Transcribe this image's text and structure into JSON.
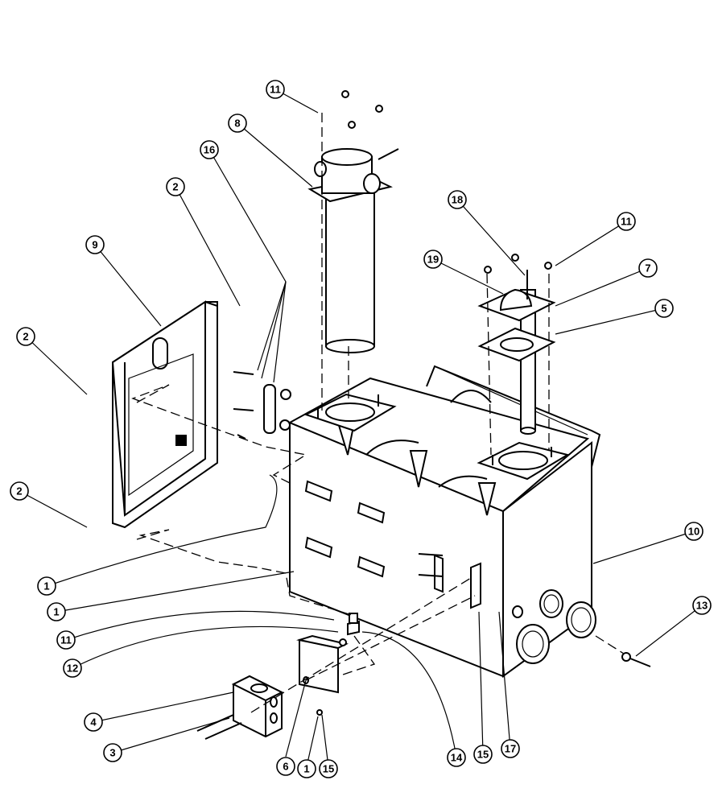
{
  "diagram": {
    "callouts": [
      {
        "id": "c-11-top",
        "label": "11"
      },
      {
        "id": "c-8",
        "label": "8"
      },
      {
        "id": "c-16-left",
        "label": "16"
      },
      {
        "id": "c-2-upper",
        "label": "2"
      },
      {
        "id": "c-9",
        "label": "9"
      },
      {
        "id": "c-2-left",
        "label": "2"
      },
      {
        "id": "c-2-lower",
        "label": "2"
      },
      {
        "id": "c-18",
        "label": "18"
      },
      {
        "id": "c-11-right",
        "label": "11"
      },
      {
        "id": "c-19",
        "label": "19"
      },
      {
        "id": "c-7",
        "label": "7"
      },
      {
        "id": "c-5",
        "label": "5"
      },
      {
        "id": "c-10",
        "label": "10"
      },
      {
        "id": "c-13",
        "label": "13"
      },
      {
        "id": "c-1-a",
        "label": "1"
      },
      {
        "id": "c-1-b",
        "label": "1"
      },
      {
        "id": "c-11-bottom",
        "label": "11"
      },
      {
        "id": "c-12",
        "label": "12"
      },
      {
        "id": "c-4",
        "label": "4"
      },
      {
        "id": "c-3",
        "label": "3"
      },
      {
        "id": "c-6",
        "label": "6"
      },
      {
        "id": "c-1-c",
        "label": "1"
      },
      {
        "id": "c-15-bottom",
        "label": "15"
      },
      {
        "id": "c-14",
        "label": "14"
      },
      {
        "id": "c-15-right",
        "label": "15"
      },
      {
        "id": "c-17",
        "label": "17"
      }
    ]
  }
}
